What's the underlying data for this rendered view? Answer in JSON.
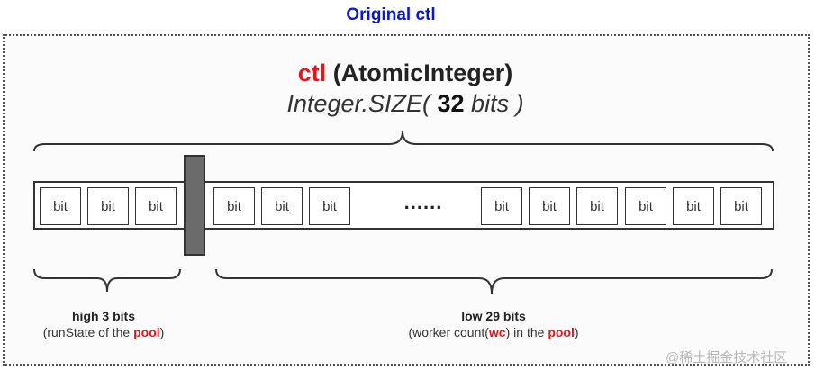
{
  "header_title": "Original ctl",
  "main_title": {
    "keyword": "ctl",
    "rest": " (AtomicInteger)"
  },
  "subtitle": {
    "prefix": "Integer.SIZE( ",
    "number": "32",
    "suffix": " bits )"
  },
  "bit_label": "bit",
  "ellipsis": "......",
  "high_label": {
    "title": "high 3 bits",
    "desc_prefix": "(runState of the ",
    "desc_highlight": "pool",
    "desc_suffix": ")"
  },
  "low_label": {
    "title": "low 29 bits",
    "desc_prefix": "(worker count(",
    "desc_highlight_1": "wc",
    "desc_middle": ") in the ",
    "desc_highlight_2": "pool",
    "desc_suffix": ")"
  },
  "watermark": "@稀土掘金技术社区",
  "colors": {
    "header_blue": "#0b18c8",
    "highlight_red": "#e3171b",
    "divider_gray": "#6b6b6b"
  }
}
